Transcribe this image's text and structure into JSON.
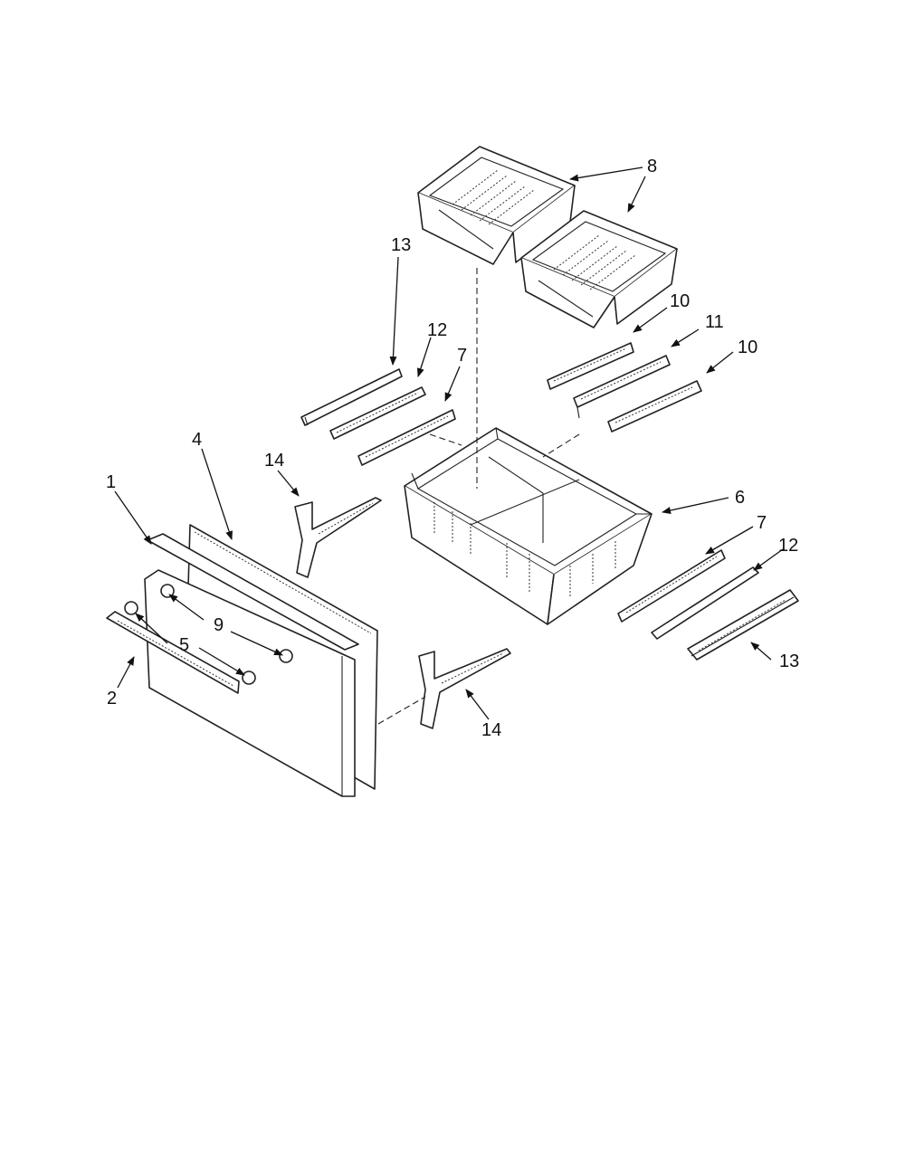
{
  "callouts": {
    "c1": "1",
    "c2": "2",
    "c4": "4",
    "c5": "5",
    "c6": "6",
    "c7a": "7",
    "c7b": "7",
    "c8": "8",
    "c9": "9",
    "c10a": "10",
    "c10b": "10",
    "c11": "11",
    "c12a": "12",
    "c12b": "12",
    "c13a": "13",
    "c13b": "13",
    "c14a": "14",
    "c14b": "14"
  }
}
